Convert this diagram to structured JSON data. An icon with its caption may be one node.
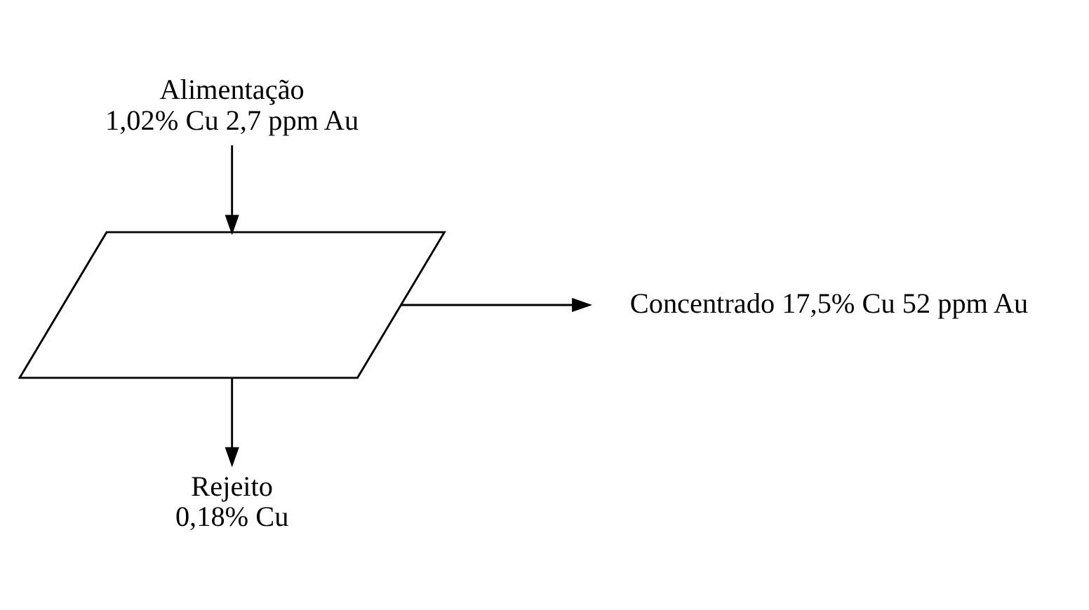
{
  "diagram": {
    "nodes": [
      {
        "text": [
          "Alimentação",
          "1,02% Cu 2,7 ppm Au"
        ]
      },
      {
        "text": [],
        "shape": "parallelogram"
      },
      {
        "text": [
          "Concentrado 17,5% Cu 52 ppm Au"
        ]
      },
      {
        "text": [
          "Rejeito",
          "0,18% Cu"
        ]
      }
    ],
    "edges": [
      {
        "from": 0,
        "to": 1,
        "arrow": "to"
      },
      {
        "from": 1,
        "to": 2,
        "arrow": "to"
      },
      {
        "from": 1,
        "to": 3,
        "arrow": "to"
      }
    ]
  }
}
